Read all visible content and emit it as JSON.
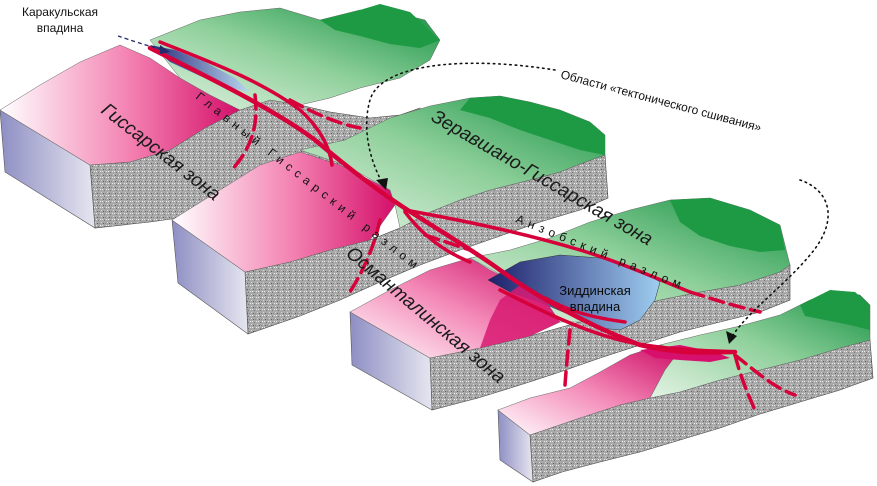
{
  "labels": {
    "karakul_line1": "Каракульская",
    "karakul_line2": "впадина",
    "suture_areas": "Области «тектонического сшивания»",
    "main_gissar_fault": "Главный Гиссарский разлом",
    "anzob_fault": "Анзобский разлом",
    "ziddi_line1": "Зиддинская",
    "ziddi_line2": "впадина",
    "gissar_zone": "Гиссарская зона",
    "zeravshan_zone": "Зеравшано-Гиссарская зона",
    "osmantala_zone": "Османталинская зона"
  },
  "colors": {
    "fault": "#d6003a",
    "green_zone": "#2e9f4a",
    "pale_green": "#cfe9d2",
    "pink_zone": "#e0156f",
    "basin_blue": "#2a2c7a",
    "block_side": "#b5b5c8"
  }
}
